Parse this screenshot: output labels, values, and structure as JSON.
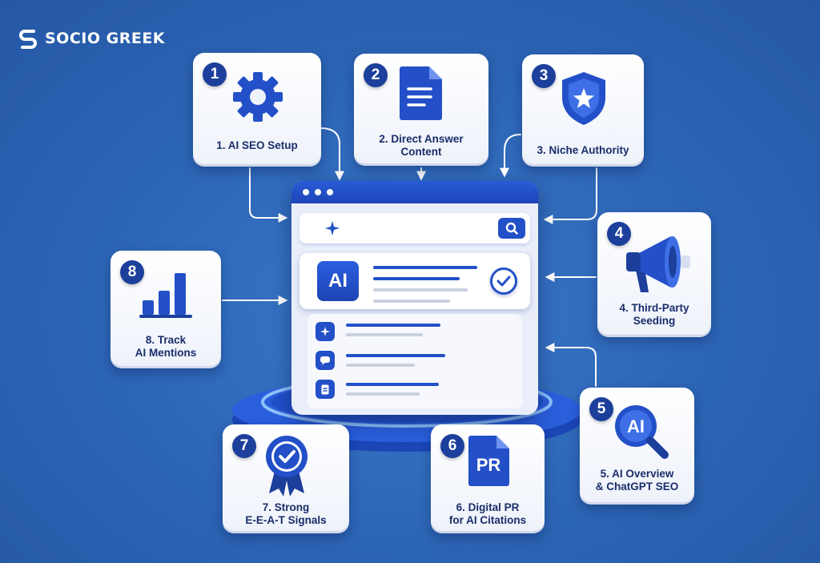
{
  "brand": {
    "name": "SOCIO GREEK",
    "icon": "logo-s-icon"
  },
  "steps": [
    {
      "number": "1",
      "label": "1. AI SEO Setup",
      "icon": "gear-icon"
    },
    {
      "number": "2",
      "label": "2. Direct Answer\nContent",
      "icon": "document-icon"
    },
    {
      "number": "3",
      "label": "3. Niche Authority",
      "icon": "shield-star-icon"
    },
    {
      "number": "4",
      "label": "4. Third-Party\nSeeding",
      "icon": "megaphone-icon"
    },
    {
      "number": "5",
      "label": "5. AI Overview\n& ChatGPT SEO",
      "icon": "ai-magnifier-icon",
      "icon_text": "AI"
    },
    {
      "number": "6",
      "label": "6. Digital PR\nfor AI Citations",
      "icon": "pr-document-icon",
      "icon_text": "PR"
    },
    {
      "number": "7",
      "label": "7. Strong\nE-E-A-T Signals",
      "icon": "award-ribbon-icon"
    },
    {
      "number": "8",
      "label": "8. Track\nAI Mentions",
      "icon": "bar-chart-icon"
    }
  ],
  "browser": {
    "ai_badge": "AI",
    "icons": [
      "sparkle-icon",
      "search-icon",
      "check-icon",
      "chat-icon",
      "doc-icon"
    ]
  },
  "colors": {
    "background": "#2c64b4",
    "accent": "#2350c8",
    "badge": "#1c3f9c",
    "text": "#1a2d6b"
  }
}
